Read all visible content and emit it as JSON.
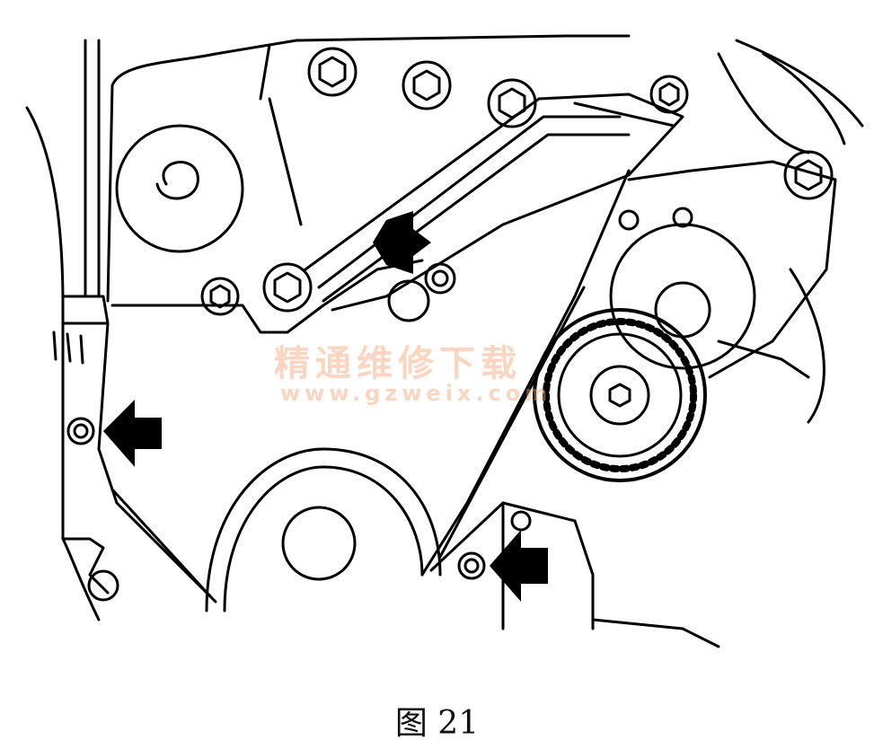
{
  "figure": {
    "caption": "图 21"
  },
  "watermark": {
    "text_cn": "精通维修下载",
    "url": "www.gzweix.com",
    "color": "#f2a47a"
  },
  "colors": {
    "line": "#000000",
    "background": "#ffffff"
  }
}
